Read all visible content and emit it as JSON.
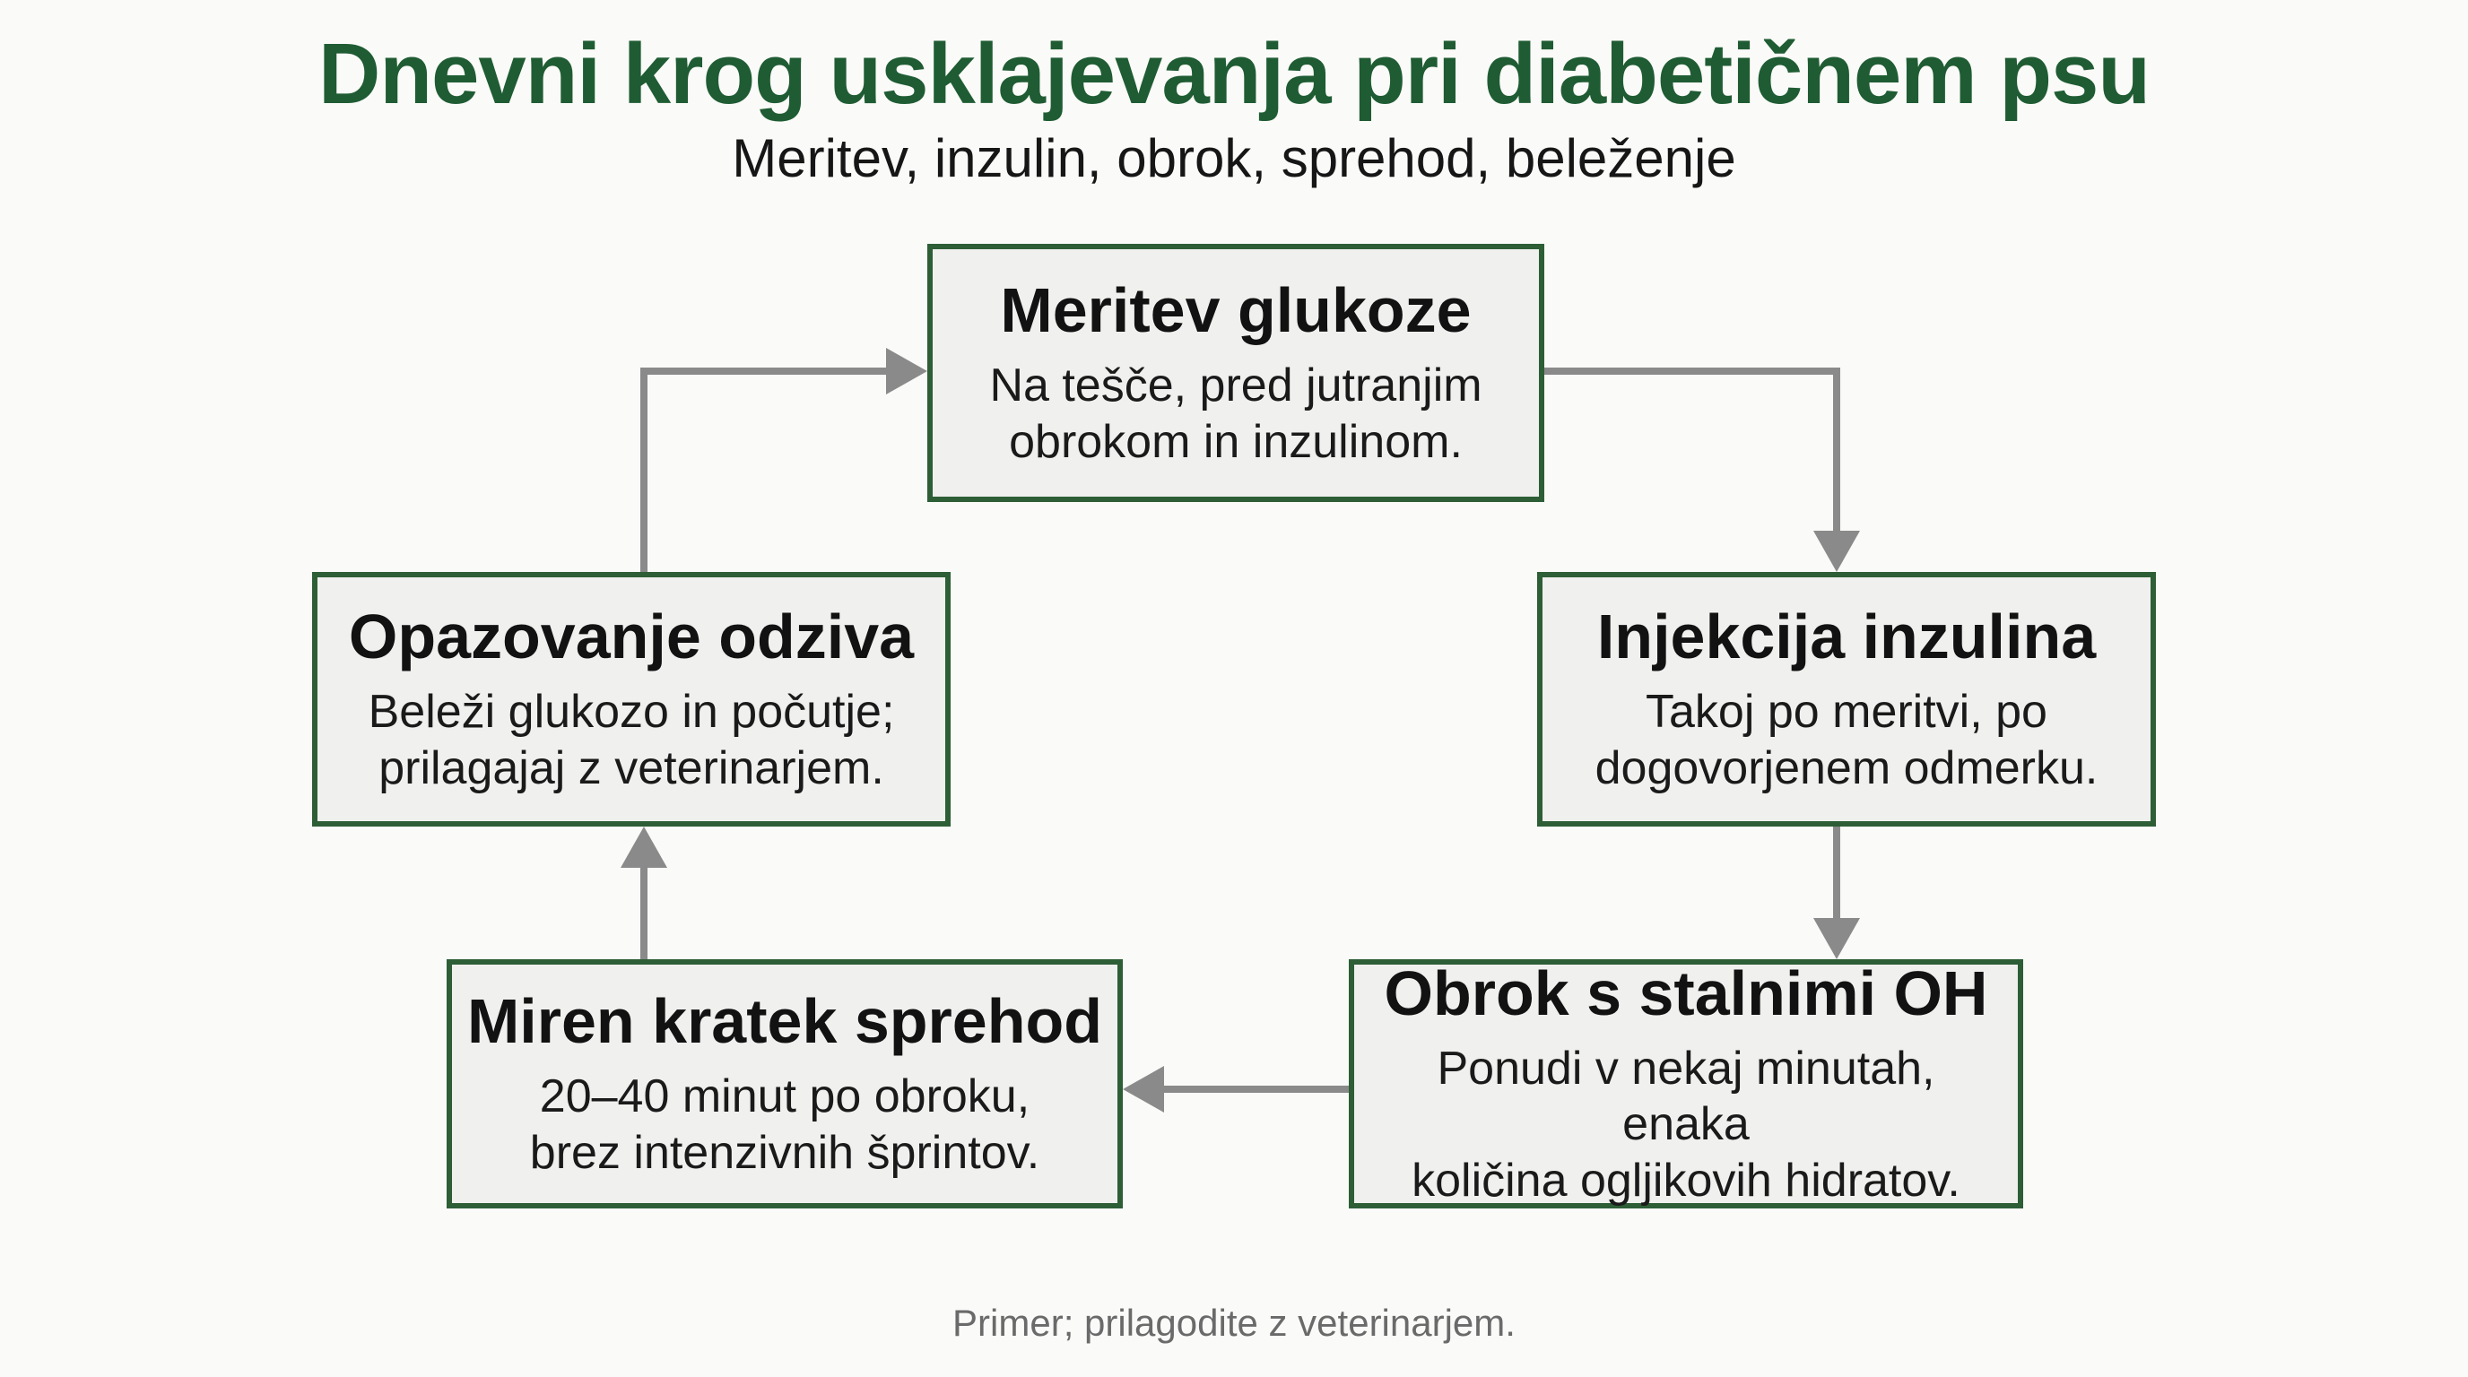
{
  "header": {
    "title": "Dnevni krog usklajevanja pri diabetičnem psu",
    "subtitle": "Meritev, inzulin, obrok, sprehod, beleženje"
  },
  "steps": {
    "measure": {
      "title": "Meritev glukoze",
      "description": "Na tešče, pred jutranjim\nobrokom in inzulinom."
    },
    "insulin": {
      "title": "Injekcija inzulina",
      "description": "Takoj po meritvi, po\ndogovorjenem odmerku."
    },
    "meal": {
      "title": "Obrok s stalnimi OH",
      "description": "Ponudi v nekaj minutah, enaka\nkoličina ogljikovih hidratov."
    },
    "walk": {
      "title": "Miren kratek sprehod",
      "description": "20–40 minut po obroku,\nbrez intenzivnih šprintov."
    },
    "observe": {
      "title": "Opazovanje odziva",
      "description": "Beleži glukozo in počutje;\nprilagajaj z veterinarjem."
    }
  },
  "footnote": "Primer; prilagodite z veterinarjem.",
  "colors": {
    "title_green": "#1f5c33",
    "box_border": "#2d5e36",
    "box_fill": "#f0f0ee",
    "arrow_gray": "#8a8a8a"
  }
}
